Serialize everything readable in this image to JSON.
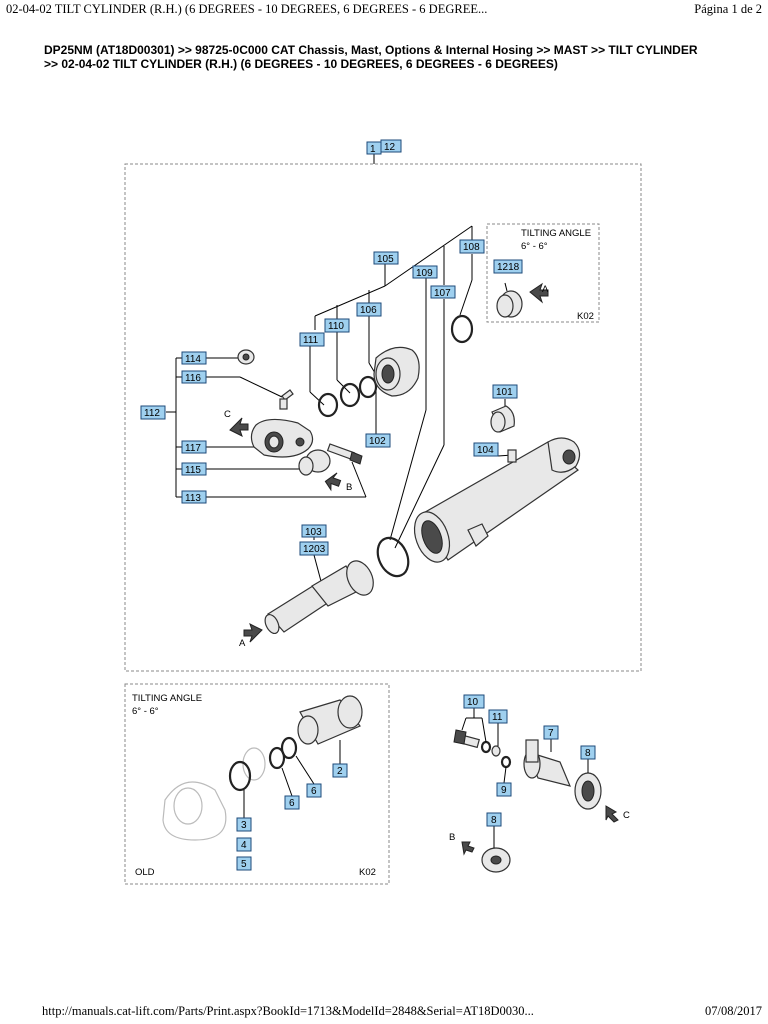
{
  "header": {
    "title": "02-04-02 TILT CYLINDER (R.H.) (6 DEGREES - 10 DEGREES, 6 DEGREES - 6 DEGREE...",
    "page": "Página 1 de 2"
  },
  "breadcrumb": "DP25NM (AT18D00301) >> 98725-0C000 CAT Chassis, Mast, Options & Internal Hosing >> MAST >> TILT CYLINDER >> 02-04-02 TILT CYLINDER (R.H.) (6 DEGREES - 10 DEGREES, 6 DEGREES - 6 DEGREES)",
  "diagram": {
    "callouts": {
      "c1": "1",
      "c12": "12",
      "c105": "105",
      "c108": "108",
      "c109": "109",
      "c107": "107",
      "c106": "106",
      "c110": "110",
      "c111": "111",
      "c1218": "1218",
      "c114": "114",
      "c116": "116",
      "c112": "112",
      "c117": "117",
      "c115": "115",
      "c113": "113",
      "c101": "101",
      "c104": "104",
      "c102": "102",
      "c103": "103",
      "c1203": "1203",
      "c2": "2",
      "c6a": "6",
      "c6b": "6",
      "c3": "3",
      "c4": "4",
      "c5": "5",
      "c10": "10",
      "c11": "11",
      "c7": "7",
      "c8a": "8",
      "c9": "9",
      "c8b": "8"
    },
    "inset_top": {
      "title": "TILTING ANGLE",
      "angle": "6°  - 6°",
      "code": "K02"
    },
    "inset_old": {
      "title": "TILTING ANGLE",
      "angle": "6°  - 6°",
      "old": "OLD",
      "code": "K02"
    },
    "arrows": {
      "a1": "A",
      "a2": "A",
      "b1": "B",
      "b2": "B",
      "c1": "C",
      "c2": "C"
    }
  },
  "footer": {
    "url": "http://manuals.cat-lift.com/Parts/Print.aspx?BookId=1713&ModelId=2848&Serial=AT18D0030...",
    "date": "07/08/2017"
  }
}
